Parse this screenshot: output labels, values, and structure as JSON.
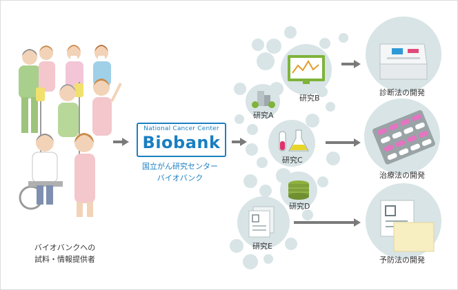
{
  "donors": {
    "caption_line1": "バイオバンクへの",
    "caption_line2": "試料・情報提供者"
  },
  "biobank": {
    "logo_top": "National Cancer Center",
    "logo_main": "Biobank",
    "name_line1": "国立がん研究センター",
    "name_line2": "バイオバンク"
  },
  "studies": {
    "a": "研究A",
    "b": "研究B",
    "c": "研究C",
    "d": "研究D",
    "e": "研究E"
  },
  "outcomes": {
    "diagnosis": "診断法の開発",
    "treatment": "治療法の開発",
    "prevention": "予防法の開発"
  },
  "colors": {
    "bubble": "#d8e4e6",
    "brand_blue": "#1a7fc1",
    "arrow": "#7a7a7a",
    "monitor_green": "#7fb33a"
  }
}
